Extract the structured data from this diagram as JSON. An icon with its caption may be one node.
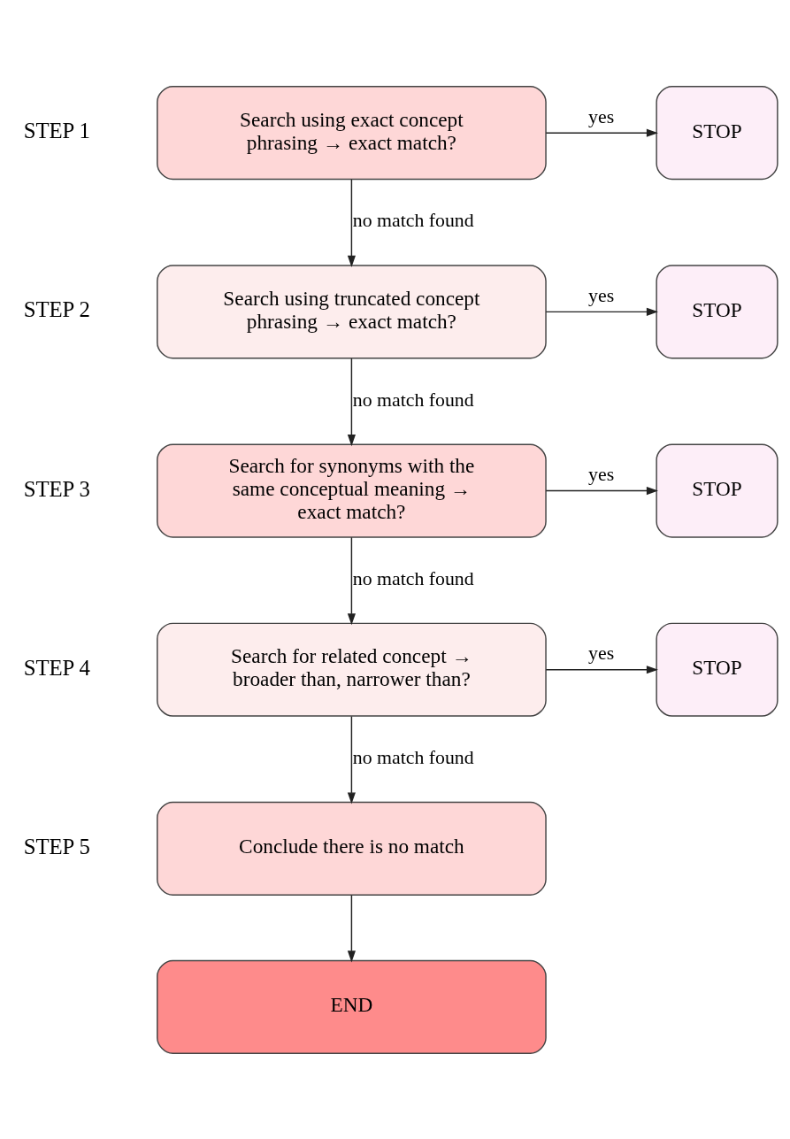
{
  "diagram": {
    "nodes": [
      {
        "text": [
          "Search using exact concept phrasing → exact match?"
        ],
        "beside": [
          "STEP 1"
        ]
      },
      {
        "text": [
          "STOP"
        ]
      },
      {
        "text": [
          "Search using truncated concept phrasing → exact match?"
        ],
        "beside": [
          "STEP 2"
        ]
      },
      {
        "text": [
          "STOP"
        ]
      },
      {
        "text": [
          "Search for synonyms with the same conceptual meaning → exact match?"
        ],
        "beside": [
          "STEP 3"
        ]
      },
      {
        "text": [
          "STOP"
        ]
      },
      {
        "text": [
          "Search for related concept → broader than, narrower than?"
        ],
        "beside": [
          "STEP 4"
        ]
      },
      {
        "text": [
          "STOP"
        ]
      },
      {
        "text": [
          "Conclude there is no match"
        ],
        "beside": [
          "STEP 5"
        ]
      },
      {
        "text": [
          "END"
        ]
      }
    ],
    "edges": [
      {
        "from": 0,
        "to": 1,
        "arrow": "to",
        "label": "yes"
      },
      {
        "from": 0,
        "to": 2,
        "arrow": "to",
        "label": "no match found"
      },
      {
        "from": 2,
        "to": 3,
        "arrow": "to",
        "label": "yes"
      },
      {
        "from": 2,
        "to": 4,
        "arrow": "to",
        "label": "no match found"
      },
      {
        "from": 4,
        "to": 5,
        "arrow": "to",
        "label": "yes"
      },
      {
        "from": 4,
        "to": 6,
        "arrow": "to",
        "label": "no match found"
      },
      {
        "from": 6,
        "to": 7,
        "arrow": "to",
        "label": "yes"
      },
      {
        "from": 6,
        "to": 8,
        "arrow": "to",
        "label": "no match found"
      },
      {
        "from": 8,
        "to": 9,
        "arrow": "to"
      }
    ]
  }
}
